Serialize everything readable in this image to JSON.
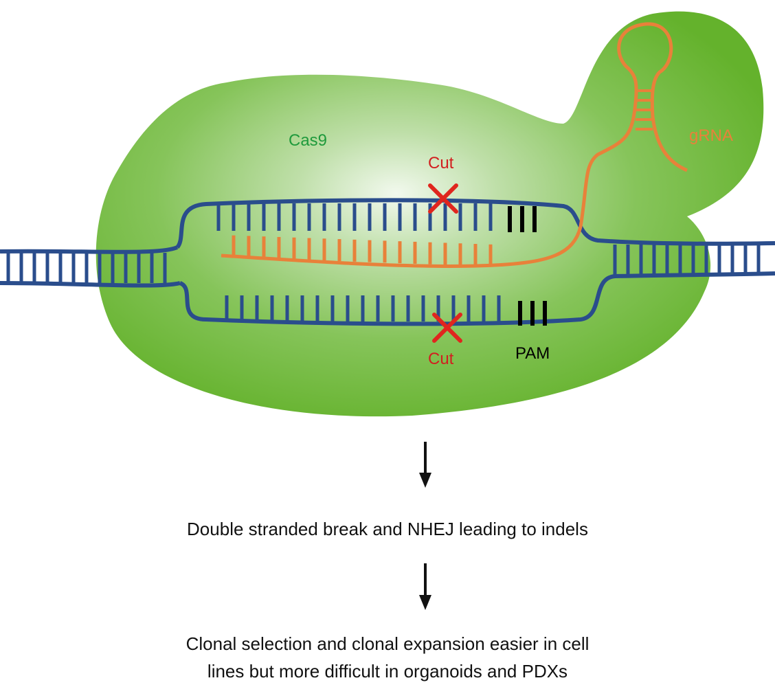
{
  "labels": {
    "protein": "Cas9",
    "guide": "gRNA",
    "cut_top": "Cut",
    "cut_bottom": "Cut",
    "pam": "PAM"
  },
  "steps": [
    "Double stranded break and NHEJ leading to indels",
    "Clonal selection and clonal expansion easier in cell lines but more difficult in organoids and PDXs"
  ],
  "step2_lines": [
    "Clonal selection and clonal expansion easier in cell",
    "lines but more difficult in organoids and PDXs"
  ],
  "colors": {
    "protein": "#6bb82e",
    "dna": "#2a4d8c",
    "rna": "#e8813a",
    "cut_mark": "#e0261e",
    "cut_text": "#d21f1f",
    "protein_text": "#1f9a3c",
    "pam": "#000000"
  }
}
